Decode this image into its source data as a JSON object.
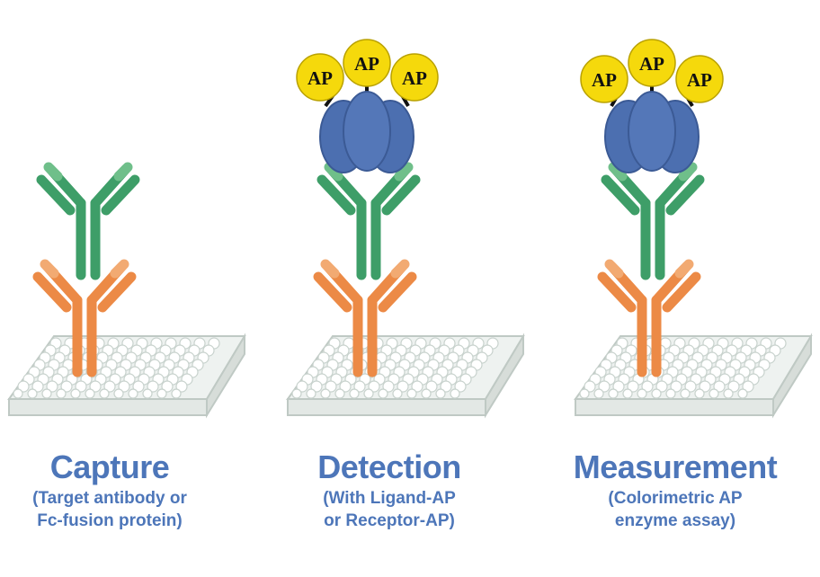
{
  "panels": [
    {
      "title": "Capture",
      "subtitle_line1": "(Target antibody or",
      "subtitle_line2": "Fc-fusion protein)",
      "ap_labels": []
    },
    {
      "title": "Detection",
      "subtitle_line1": "(With Ligand-AP",
      "subtitle_line2": "or Receptor-AP)",
      "ap_labels": [
        "AP",
        "AP",
        "AP"
      ]
    },
    {
      "title": "Measurement",
      "subtitle_line1": "(Colorimetric AP",
      "subtitle_line2": "enzyme assay)",
      "ap_labels": [
        "AP",
        "AP",
        "AP"
      ]
    }
  ],
  "colors": {
    "caption": "#4d76b9",
    "capture_antibody": "#e8894a",
    "target_antibody": "#3f9d68",
    "fusion_protein": "#4c6fb0",
    "ap_enzyme": "#f5d90c",
    "plate": "#e4eae7"
  },
  "icons": [
    "microplate-icon",
    "capture-antibody-icon",
    "target-antibody-icon",
    "fusion-protein-icon",
    "ap-enzyme-icon"
  ]
}
